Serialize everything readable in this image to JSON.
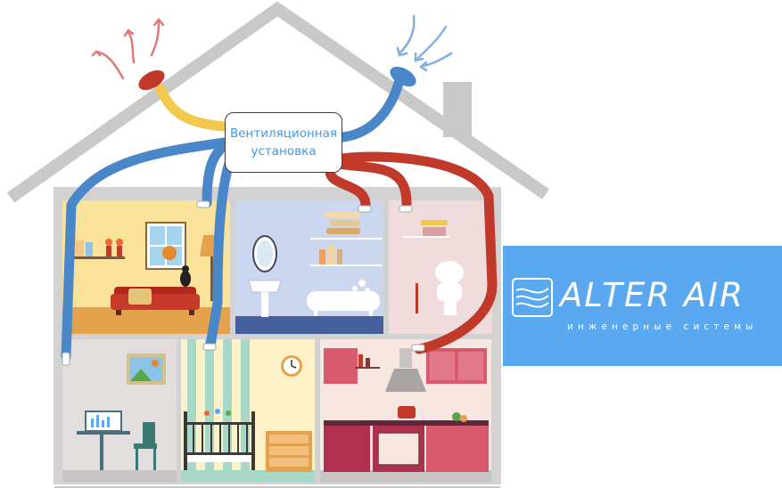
{
  "unit": {
    "line1": "Вентиляционная",
    "line2": "установка"
  },
  "brand": {
    "name": "ALTER AIR",
    "tagline": "инженерные системы"
  },
  "colors": {
    "house_outline": "#c9c9c9",
    "supply_duct": "#4a87c8",
    "exhaust_duct": "#c0392b",
    "fresh_air_duct": "#f2c94c",
    "brand_bg": "#5aa8f0",
    "unit_text": "#3c9be8"
  },
  "icons": [
    "air-intake-arrows-icon",
    "exhaust-arrows-icon",
    "brand-logo-icon",
    "wall-clock-icon",
    "window-icon"
  ]
}
